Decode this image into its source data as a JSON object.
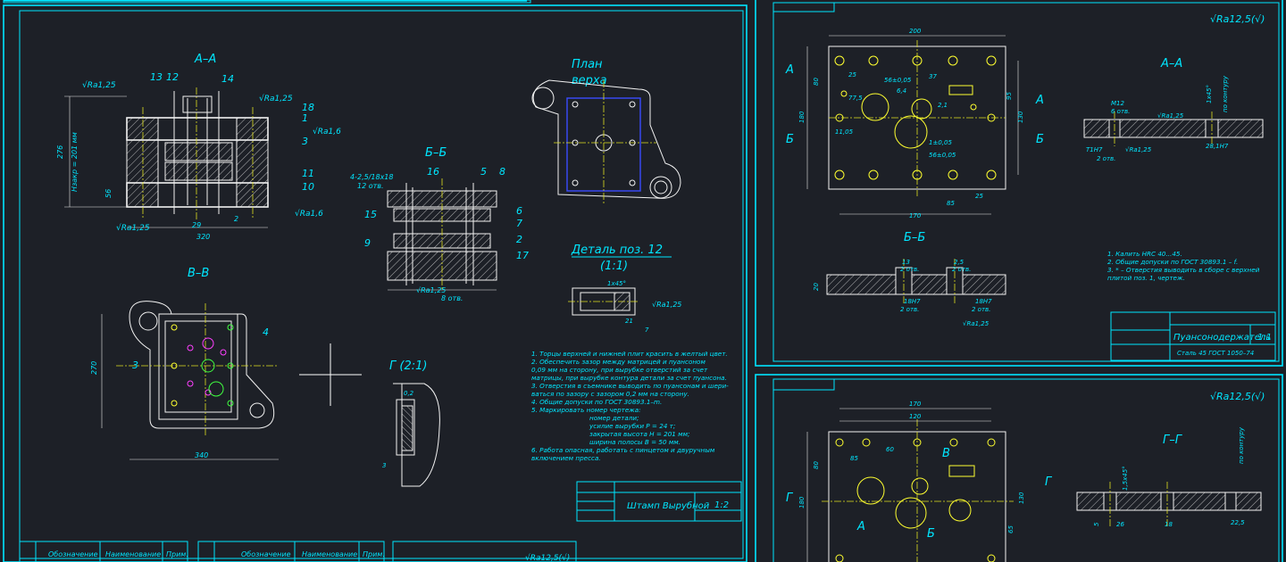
{
  "colors": {
    "background": "#1d2027",
    "frame": "#00e6ff",
    "lines": "#f2f2f2",
    "centerlines": "#e0e020"
  },
  "sheet1": {
    "section_aa": "А–А",
    "section_bb": "Б–Б",
    "section_vv": "В–В",
    "plan_top": [
      "План",
      "верха"
    ],
    "detail_title": "Деталь поз. 12",
    "detail_scale": "(1:1)",
    "view_g": "Г (2:1)",
    "rough_125": "√Ra1,25",
    "rough_16": "√Ra1,6",
    "dims_aa": [
      "276",
      "Нзакр = 201 мм",
      "56",
      "320",
      "29",
      "2"
    ],
    "dim_bb_note": [
      "4-2,5/18х18",
      "12 отв."
    ],
    "dim_bb_holes": "8 отв.",
    "dims_vv": [
      "270",
      "340"
    ],
    "dim_g": [
      "0,2",
      "3"
    ],
    "dim_detail": [
      "1х45°",
      "21",
      "7"
    ],
    "pos_numbers_aa": [
      "13",
      "12",
      "14",
      "18",
      "1",
      "3",
      "11",
      "10"
    ],
    "pos_numbers_bb": [
      "16",
      "5",
      "8",
      "15",
      "9",
      "6",
      "7",
      "2",
      "17"
    ],
    "pos_numbers_vv": [
      "3",
      "4"
    ],
    "notes": [
      "1. Торцы верхней и нижней плит красить в желтый цвет.",
      "2. Обеспечить зазор между матрицей и пуансоном",
      "   0,09 мм на сторону, при вырубке отверстий за счет",
      "   матрицы, при вырубке контура детали за счет пуансона.",
      "3. Отверстия в съемнике выводить по пуансонам и шери-",
      "   ваться по зазору с зазором 0,2 мм на сторону.",
      "4. Общие допуски по ГОСТ 30893.1–m.",
      "5. Маркировать номер чертежа:",
      "   номер детали;",
      "   усилие вырубки P = 24 т;",
      "   закрытая высота H = 201 мм;",
      "   ширина полосы B = 50 мм.",
      "6. Работа опасная, работать с пинцетом и двуручным",
      "   включением пресса."
    ],
    "title_block": {
      "name": "Штамп Вырубной",
      "scale": "1:2"
    },
    "spec_headers": [
      "Обозначение",
      "Наименование",
      "Прим."
    ],
    "bottom_rough": "√Ra12,5(√)"
  },
  "sheet2": {
    "rough_general": "√Ra12,5(√)",
    "section_aa": "А–А",
    "section_bb": "Б–Б",
    "labels_ab": [
      "А",
      "Б",
      "А",
      "Б"
    ],
    "dims_top": [
      "200",
      "25",
      "56±0,05",
      "37",
      "6,4",
      "77,5",
      "2,1",
      "11,05",
      "1±0,05",
      "56±0,05",
      "80",
      "180",
      "95",
      "130",
      "25",
      "85",
      "170"
    ],
    "dims_aa": [
      "М12",
      "6 отв.",
      "√Ra1,25",
      "Т1Н7",
      "2 отв.",
      "√Ra1,25",
      "28,1Н7",
      "1х45°",
      "по контуру"
    ],
    "dims_bb": [
      "13",
      "2 отв.",
      "2,5",
      "2 отв.",
      "20",
      "18Н7",
      "2 отв.",
      "18Н7",
      "2 отв.",
      "√Ra1,25"
    ],
    "notes": [
      "1. Калить HRC 40...45.",
      "2. Общие допуски по ГОСТ 30893.1 – f.",
      "3. * – Отверстия выводить в сборе с верхней",
      "   плитой поз. 1, чертеж."
    ],
    "title_block": {
      "name": "Пуансонодержатель",
      "scale": "1:1",
      "material": "Сталь 45 ГОСТ 1050–74"
    }
  },
  "sheet3": {
    "rough_general": "√Ra12,5(√)",
    "section_gg": "Г–Г",
    "label_v": "В",
    "labels_side": [
      "Г",
      "Г",
      "А",
      "Б"
    ],
    "dims": [
      "170",
      "120",
      "60",
      "85",
      "80",
      "180",
      "130",
      "65"
    ],
    "dims_gg": [
      "5",
      "1,5х45°",
      "по контуру",
      "26",
      "18",
      "22,5"
    ]
  }
}
